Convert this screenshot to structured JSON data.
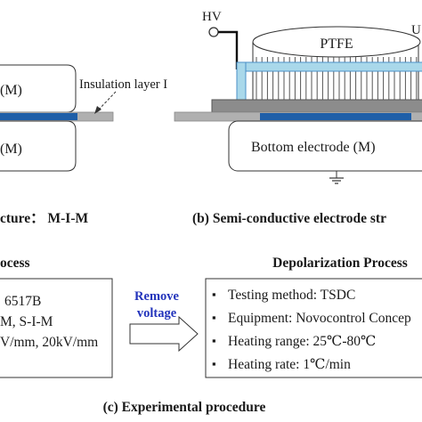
{
  "panel_a": {
    "top_electrode_label": "(M)",
    "bottom_electrode_label": "(M)",
    "insulation_label": "Insulation layer I",
    "caption": "cture： M-I-M"
  },
  "panel_b": {
    "hv_label": "HV",
    "ptfe_label": "PTFE",
    "right_edge_label": "U",
    "bottom_electrode_label": "Bottom electrode (M)",
    "caption": "(b) Semi-conductive electrode str"
  },
  "panel_c": {
    "left_title": "ocess",
    "left_items": [
      "6517B",
      "M, S-I-M",
      "V/mm, 20kV/mm"
    ],
    "arrow_label_line1": "Remove",
    "arrow_label_line2": "voltage",
    "right_title": "Depolarization Process",
    "right_items": [
      "Testing method: TSDC",
      "Equipment: Novocontrol Concep",
      "Heating range: 25℃-80℃",
      "Heating rate: 1℃/min"
    ],
    "bullet_glyph": "▪",
    "caption": "(c) Experimental procedure"
  },
  "colors": {
    "blue_layer": "#1f5fa8",
    "light_blue": "#a9d8ea",
    "light_blue_stroke": "#4b90c8",
    "gray_plate": "#8c8c8c",
    "light_gray": "#b0b0b0",
    "remove_voltage": "#2233bb"
  }
}
